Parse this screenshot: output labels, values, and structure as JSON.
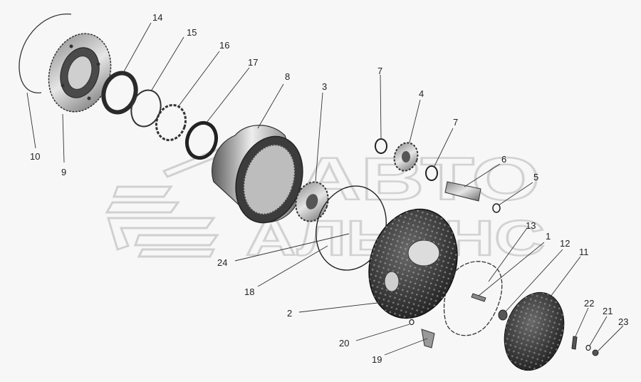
{
  "watermark": {
    "line1": "АВТО",
    "line2": "АЛЬЯНС"
  },
  "callouts": {
    "c1": "1",
    "c2": "2",
    "c3": "3",
    "c4": "4",
    "c5": "5",
    "c6": "6",
    "c7a": "7",
    "c7b": "7",
    "c8": "8",
    "c9": "9",
    "c10": "10",
    "c11": "11",
    "c12": "12",
    "c13": "13",
    "c14": "14",
    "c15": "15",
    "c16": "16",
    "c17": "17",
    "c18": "18",
    "c19": "19",
    "c20": "20",
    "c21": "21",
    "c22": "22",
    "c23": "23",
    "c24": "24"
  }
}
